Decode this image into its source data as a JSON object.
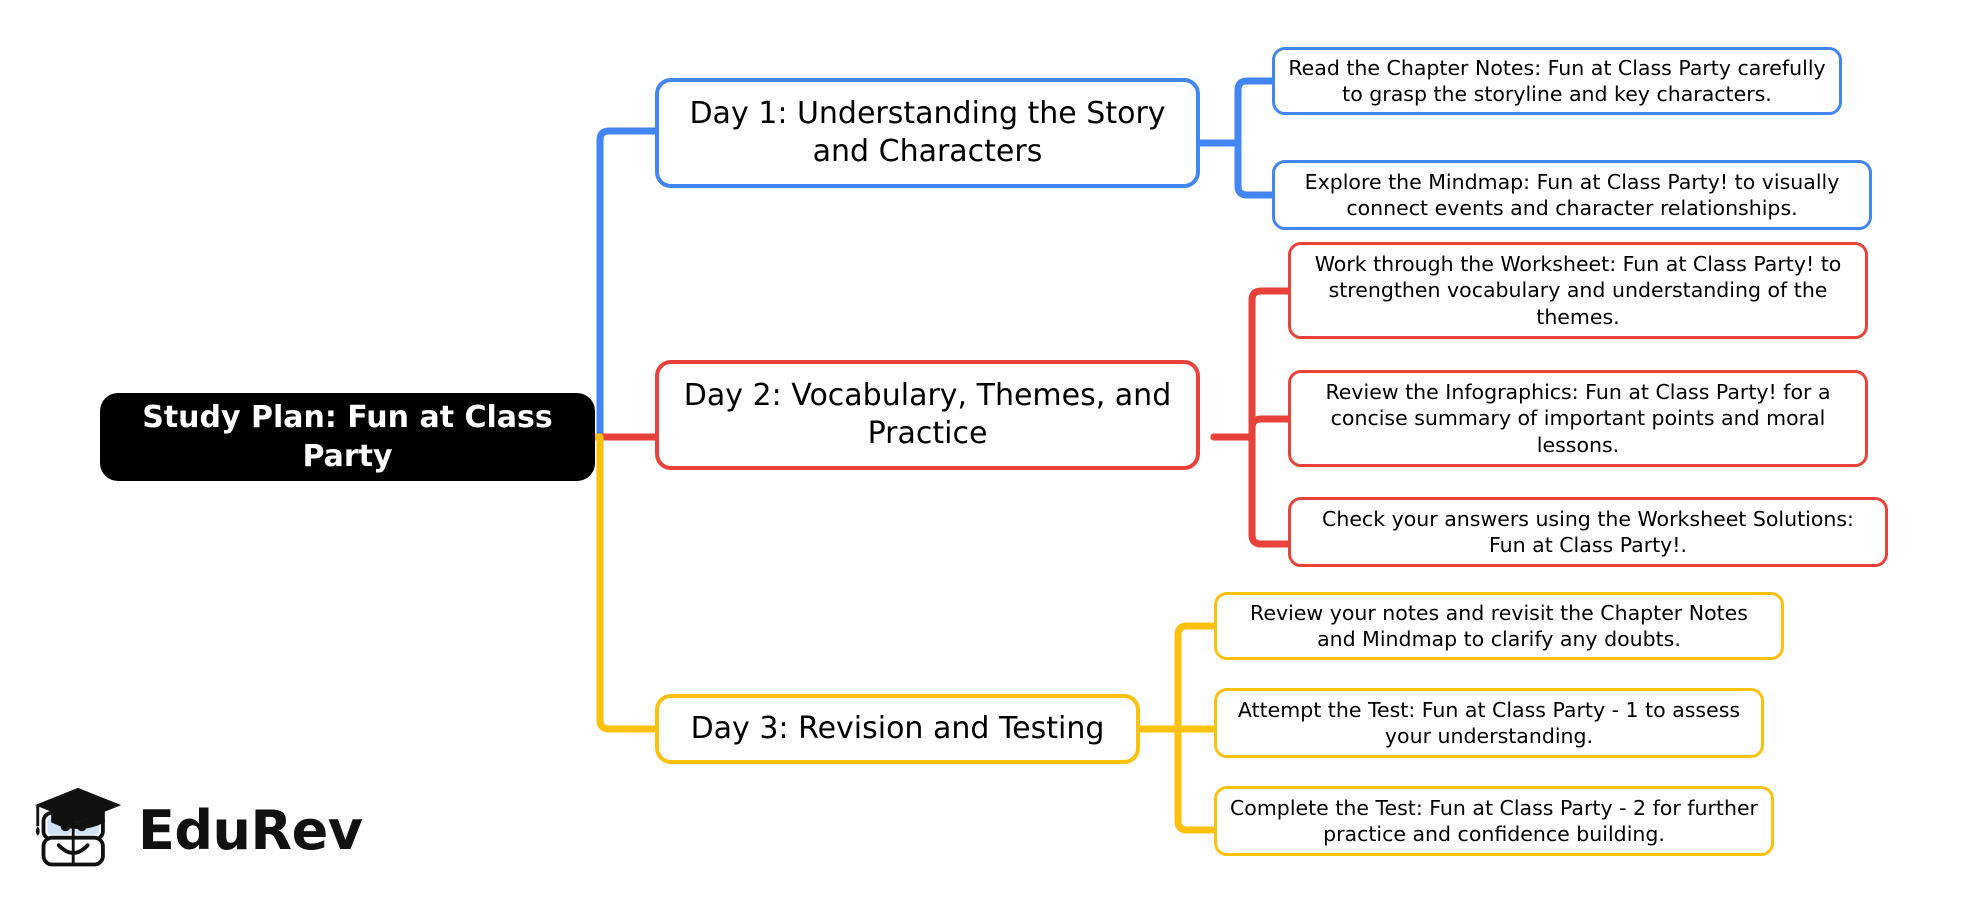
{
  "diagram": {
    "type": "mindmap",
    "title": "Study Plan: Fun at Class Party",
    "orientation": "left-to-right",
    "colors": {
      "root_bg": "#000000",
      "root_text": "#ffffff",
      "blue": "#4285f4",
      "red": "#e8423a",
      "yellow": "#fcc10d",
      "node_bg": "#ffffff",
      "node_text": "#000000",
      "canvas_bg": "#ffffff"
    },
    "root": {
      "label": "Study Plan: Fun at Class Party"
    },
    "branches": [
      {
        "id": "day1",
        "label": "Day 1: Understanding the Story and Characters",
        "color": "#4285f4",
        "color_name": "blue",
        "children": [
          {
            "id": "day1-c1",
            "label": "Read the Chapter Notes: Fun at Class Party carefully to grasp the storyline and key characters."
          },
          {
            "id": "day1-c2",
            "label": "Explore the Mindmap: Fun at Class Party! to visually connect events and character relationships."
          }
        ]
      },
      {
        "id": "day2",
        "label": "Day 2: Vocabulary, Themes, and Practice",
        "color": "#e8423a",
        "color_name": "red",
        "children": [
          {
            "id": "day2-c1",
            "label": "Work through the Worksheet: Fun at Class Party! to strengthen vocabulary and understanding of the themes."
          },
          {
            "id": "day2-c2",
            "label": "Review the Infographics: Fun at Class Party! for a concise summary of important points and moral lessons."
          },
          {
            "id": "day2-c3",
            "label": "Check your answers using the Worksheet Solutions: Fun at Class Party!."
          }
        ]
      },
      {
        "id": "day3",
        "label": "Day 3: Revision and Testing",
        "color": "#fcc10d",
        "color_name": "yellow",
        "children": [
          {
            "id": "day3-c1",
            "label": "Review your notes and revisit the Chapter Notes and Mindmap to clarify any doubts."
          },
          {
            "id": "day3-c2",
            "label": "Attempt the Test: Fun at Class Party - 1 to assess your understanding."
          },
          {
            "id": "day3-c3",
            "label": "Complete the Test: Fun at Class Party - 2 for further practice and confidence building."
          }
        ]
      }
    ]
  },
  "branding": {
    "logo_text": "EduRev",
    "logo_icon": "graduation-cap-book-mascot"
  }
}
